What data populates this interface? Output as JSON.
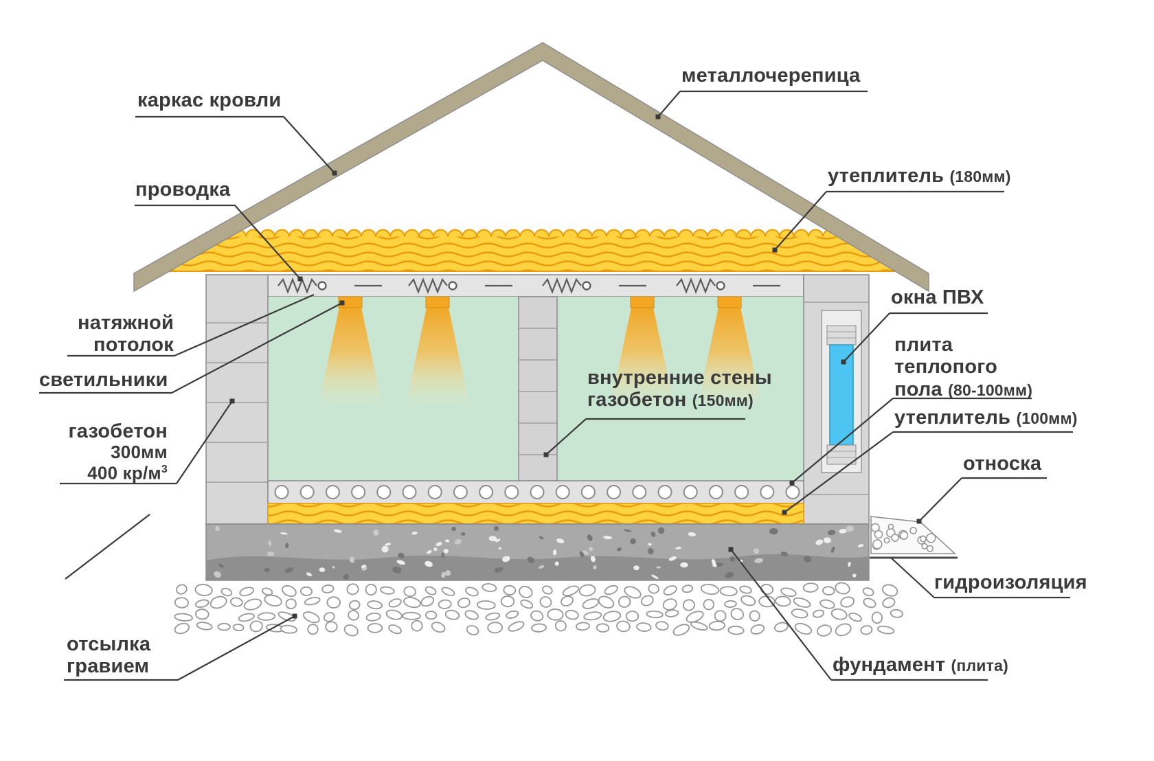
{
  "colors": {
    "roof": "#b2a88c",
    "insulation": "#ffd23f",
    "insulation_line": "#e89b0c",
    "wall": "#d7d7d7",
    "ceiling_strip": "#e4e4e4",
    "room": "#c9e6d2",
    "window_glass": "#4ec4f2",
    "light": "#f5a623",
    "foundation": "#a9a9a9",
    "text": "#3a3a3a"
  },
  "labels": {
    "roof_frame": "каркас кровли",
    "metal_tile": "металлочерепица",
    "wiring": "проводка",
    "roof_insulation": {
      "main": "утеплитель",
      "note": "(180мм)"
    },
    "stretch_ceiling": {
      "line1": "натяжной",
      "line2": "потолок"
    },
    "lights": "светильники",
    "pvc_windows": "окна ПВХ",
    "heated_floor": {
      "line1": "плита",
      "line2": "теплопого",
      "line3": "пола",
      "note": "(80-100мм)"
    },
    "inner_walls": {
      "line1": "внутренние стены",
      "line2": "газобетон",
      "note": "(150мм)"
    },
    "floor_insulation": {
      "main": "утеплитель",
      "note": "(100мм)"
    },
    "aerated_concrete": {
      "line1": "газобетон",
      "line2": "300мм",
      "line3": "400 кр/м",
      "sup": "3"
    },
    "blind_area": "относка",
    "waterproofing": "гидроизоляция",
    "gravel_fill": {
      "line1": "отсылка",
      "line2": "гравием"
    },
    "foundation": {
      "main": "фундамент",
      "note": "(плита)"
    }
  }
}
